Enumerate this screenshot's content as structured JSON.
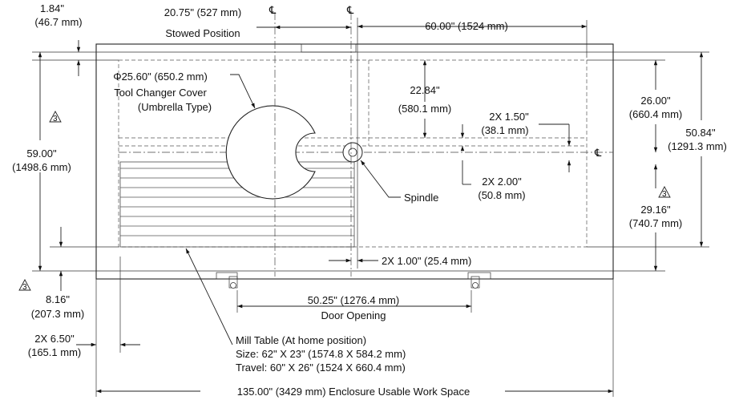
{
  "labels": {
    "dim_1_84_a": "1.84\"",
    "dim_1_84_b": "(46.7 mm)",
    "stowed_a": "20.75\" (527 mm)",
    "stowed_b": "Stowed Position",
    "travel_x": "60.00\" (1524 mm)",
    "umbrella_a": "Φ25.60\" (650.2 mm)",
    "umbrella_b": "Tool Changer Cover",
    "umbrella_c": "(Umbrella Type)",
    "dim_22_84_a": "22.84\"",
    "dim_22_84_b": "(580.1 mm)",
    "dim_26_a": "26.00\"",
    "dim_26_b": "(660.4 mm)",
    "dim_50_84_a": "50.84\"",
    "dim_50_84_b": "(1291.3 mm)",
    "dim_1_50_a": "2X 1.50\"",
    "dim_1_50_b": "(38.1 mm)",
    "dim_59_a": "59.00\"",
    "dim_59_b": "(1498.6 mm)",
    "dim_2_00_a": "2X 2.00\"",
    "dim_2_00_b": "(50.8 mm)",
    "spindle": "Spindle",
    "dim_29_16_a": "29.16\"",
    "dim_29_16_b": "(740.7 mm)",
    "dim_1_00": "2X 1.00\" (25.4 mm)",
    "dim_8_16_a": "8.16\"",
    "dim_8_16_b": "(207.3 mm)",
    "door_a": "50.25\" (1276.4 mm)",
    "door_b": "Door Opening",
    "dim_6_50_a": "2X 6.50\"",
    "dim_6_50_b": "(165.1 mm)",
    "mill_a": "Mill Table (At home position)",
    "mill_b": "Size: 62\" X 23\" (1574.8 X 584.2 mm)",
    "mill_c": "Travel: 60\" X 26\" (1524 X 660.4 mm)",
    "work_space": "135.00\" (3429 mm) Enclosure Usable Work Space",
    "cl_symbol": "℄",
    "rev_mark": "3"
  }
}
